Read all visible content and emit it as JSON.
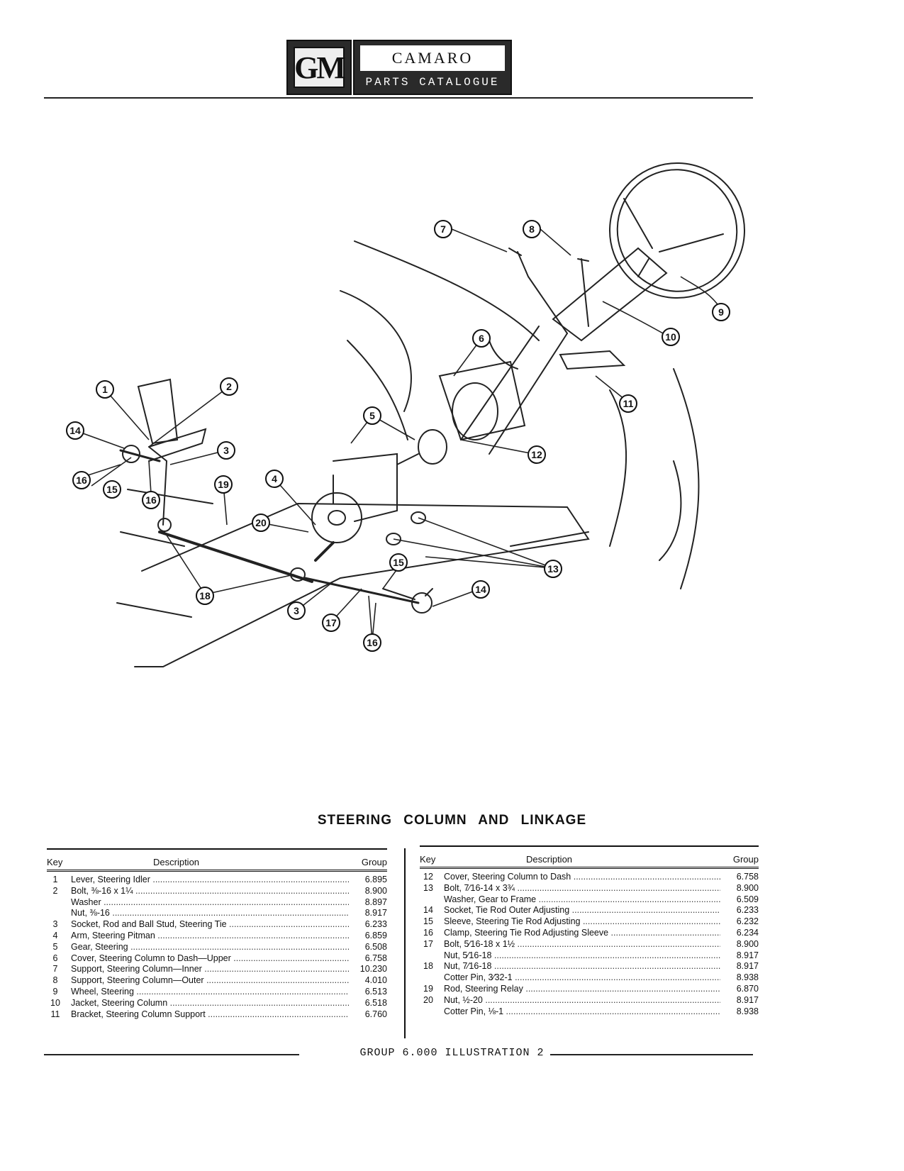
{
  "header": {
    "logo": "GM",
    "title": "CAMARO",
    "subtitle": "PARTS CATALOGUE"
  },
  "diagram_callouts": [
    "1",
    "2",
    "3",
    "4",
    "5",
    "6",
    "7",
    "8",
    "9",
    "10",
    "11",
    "12",
    "13",
    "14",
    "15",
    "16",
    "17",
    "18",
    "19",
    "20"
  ],
  "section_title": "STEERING COLUMN AND LINKAGE",
  "table_headers": {
    "key": "Key",
    "description": "Description",
    "group": "Group"
  },
  "left_table": [
    {
      "key": "1",
      "description": "Lever, Steering Idler",
      "group": "6.895"
    },
    {
      "key": "2",
      "description": "Bolt, ⅜-16 x 1¼",
      "group": "8.900"
    },
    {
      "key": "",
      "description": "Washer",
      "group": "8.897"
    },
    {
      "key": "",
      "description": "Nut, ⅜-16",
      "group": "8.917"
    },
    {
      "key": "3",
      "description": "Socket, Rod and Ball Stud, Steering Tie",
      "group": "6.233"
    },
    {
      "key": "4",
      "description": "Arm, Steering Pitman",
      "group": "6.859"
    },
    {
      "key": "5",
      "description": "Gear, Steering",
      "group": "6.508"
    },
    {
      "key": "6",
      "description": "Cover, Steering Column to Dash—Upper",
      "group": "6.758"
    },
    {
      "key": "7",
      "description": "Support, Steering Column—Inner",
      "group": "10.230"
    },
    {
      "key": "8",
      "description": "Support, Steering Column—Outer",
      "group": "4.010"
    },
    {
      "key": "9",
      "description": "Wheel, Steering",
      "group": "6.513"
    },
    {
      "key": "10",
      "description": "Jacket, Steering Column",
      "group": "6.518"
    },
    {
      "key": "11",
      "description": "Bracket, Steering Column Support",
      "group": "6.760"
    }
  ],
  "right_table": [
    {
      "key": "12",
      "description": "Cover, Steering Column to Dash",
      "group": "6.758"
    },
    {
      "key": "13",
      "description": "Bolt, 7⁄16-14 x 3¾",
      "group": "8.900"
    },
    {
      "key": "",
      "description": "Washer, Gear to Frame",
      "group": "6.509"
    },
    {
      "key": "14",
      "description": "Socket, Tie Rod Outer Adjusting",
      "group": "6.233"
    },
    {
      "key": "15",
      "description": "Sleeve, Steering Tie Rod Adjusting",
      "group": "6.232"
    },
    {
      "key": "16",
      "description": "Clamp, Steering Tie Rod Adjusting Sleeve",
      "group": "6.234"
    },
    {
      "key": "17",
      "description": "Bolt, 5⁄16-18 x 1½",
      "group": "8.900"
    },
    {
      "key": "",
      "description": "Nut, 5⁄16-18",
      "group": "8.917"
    },
    {
      "key": "18",
      "description": "Nut, 7⁄16-18",
      "group": "8.917"
    },
    {
      "key": "",
      "description": "Cotter Pin, 3⁄32-1",
      "group": "8.938"
    },
    {
      "key": "19",
      "description": "Rod, Steering Relay",
      "group": "6.870"
    },
    {
      "key": "20",
      "description": "Nut, ½-20",
      "group": "8.917"
    },
    {
      "key": "",
      "description": "Cotter Pin, ⅛-1",
      "group": "8.938"
    }
  ],
  "footer": "GROUP 6.000 ILLUSTRATION 2"
}
